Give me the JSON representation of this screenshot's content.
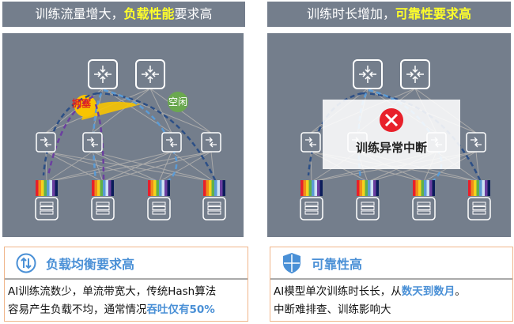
{
  "left": {
    "title_pre": "训练流量增大，",
    "title_hl": "负载性能",
    "title_post": "要求高",
    "labels": {
      "congested": "拥塞",
      "idle": "空闲"
    },
    "card": {
      "heading": "负载均衡要求高",
      "line1": "AI训练流数少，单流带宽大，传统Hash算法",
      "line2_pre": "容易产生负载不均，通常情况",
      "line2_hl": "吞吐仅有50%"
    }
  },
  "right": {
    "title_pre": "训练时长增加，",
    "title_hl": "可靠性要求高",
    "overlay": "训练异常中断",
    "card": {
      "heading": "可靠性高",
      "line1_pre": "AI模型单次训练时长长，从",
      "line1_hl": "数天到数月",
      "line1_post": "。",
      "line2": "中断难排查、训练影响大"
    }
  },
  "colors": {
    "panel": "#747e8c",
    "accent": "#4a90d6",
    "highlight": "#ffff2a"
  }
}
